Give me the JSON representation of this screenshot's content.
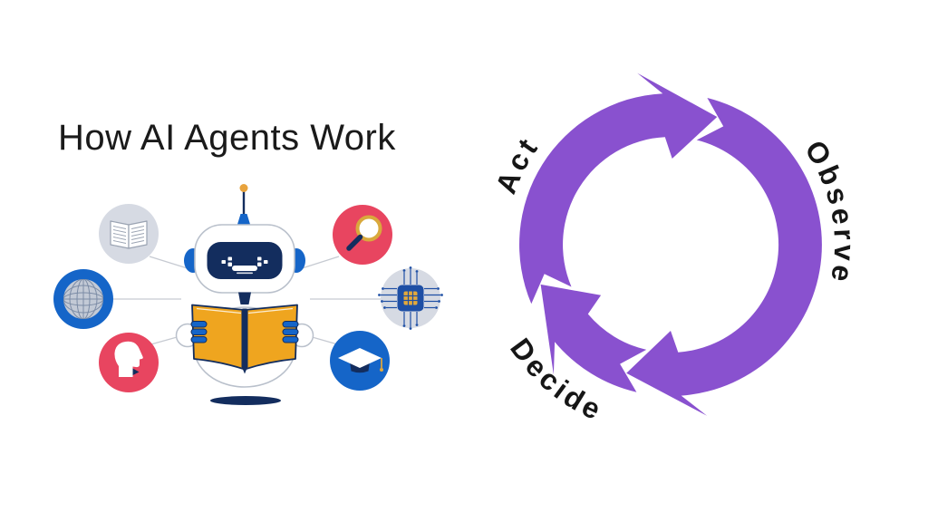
{
  "title": "How AI Agents Work",
  "cycle": {
    "direction": "clockwise",
    "arrow_color": "#8951CF",
    "label_color": "#161616",
    "steps": [
      {
        "label": "Act"
      },
      {
        "label": "Observe"
      },
      {
        "label": "Decide"
      }
    ]
  },
  "illustration": {
    "subject": "robot-reading-book",
    "colors": {
      "navy": "#132D5E",
      "blue": "#1565C8",
      "red": "#E84560",
      "gray_bubble": "#D6DAE3",
      "book_yellow": "#EFA51F",
      "gold": "#E3A93C",
      "outline_gray": "#B9C0CB",
      "connector_gray": "#C6CAD2"
    },
    "satellite_icons": [
      "open-book",
      "globe",
      "head-profile",
      "magnifying-glass",
      "processor-chip",
      "graduation-cap"
    ]
  }
}
